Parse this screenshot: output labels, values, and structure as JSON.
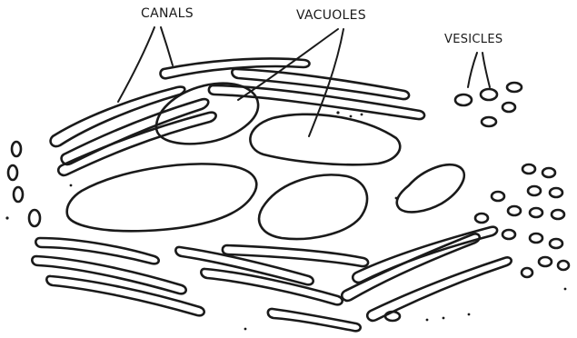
{
  "labels": {
    "canals": "CANALS",
    "vacuoles": "VACUOLES",
    "vesicles": "VESICLES"
  },
  "colors": {
    "ink": "#1a1a1a",
    "background": "#ffffff"
  }
}
